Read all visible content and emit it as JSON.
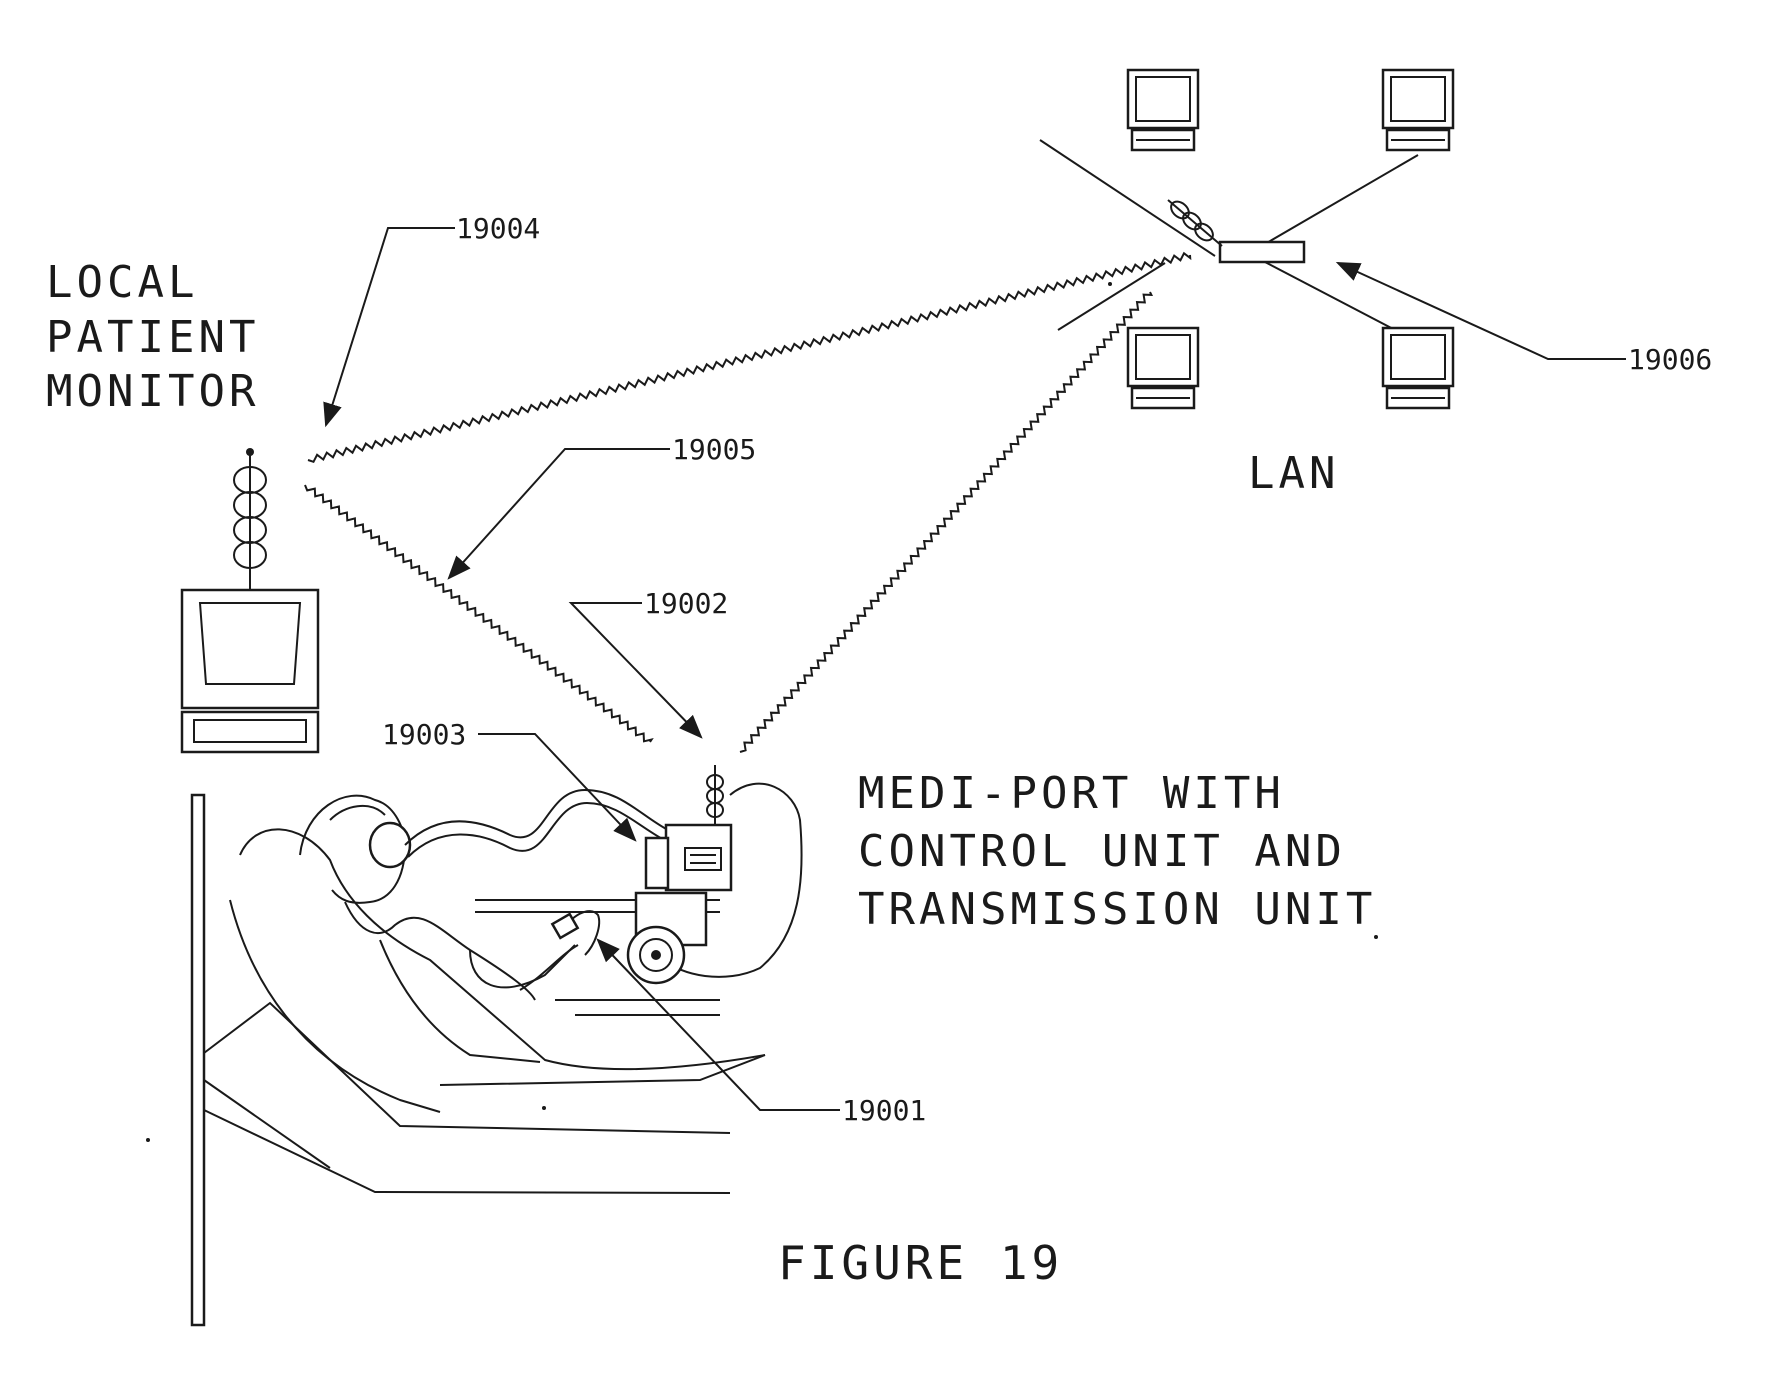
{
  "labels": {
    "local_patient_monitor": [
      "LOCAL",
      "PATIENT",
      "MONITOR"
    ],
    "lan": "LAN",
    "medi_port": [
      "MEDI-PORT WITH",
      "CONTROL UNIT AND",
      "TRANSMISSION UNIT"
    ],
    "figure": "FIGURE 19"
  },
  "refs": {
    "r19001": "19001",
    "r19002": "19002",
    "r19003": "19003",
    "r19004": "19004",
    "r19005": "19005",
    "r19006": "19006"
  },
  "colors": {
    "ink": "#1a1a1a",
    "background": "#ffffff"
  }
}
